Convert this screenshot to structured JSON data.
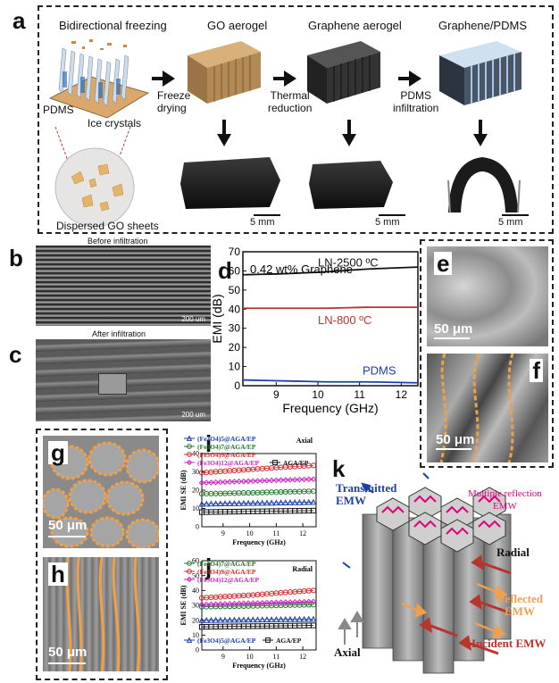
{
  "panel_a": {
    "label": "a",
    "titles": [
      "Bidirectional freezing",
      "GO aerogel",
      "Graphene aerogel",
      "Graphene/PDMS"
    ],
    "steps": [
      "Freeze\ndrying",
      "Thermal\nreduction",
      "PDMS\ninfiltration"
    ],
    "pdms_label": "PDMS",
    "ice_label": "Ice crystals",
    "sheets_label": "Dispersed GO sheets",
    "scale": "5 mm"
  },
  "panel_b": {
    "label": "b",
    "caption": "Before infiltration",
    "scale": "200 um"
  },
  "panel_c": {
    "label": "c",
    "caption": "After infiltration",
    "scale": "200 um"
  },
  "panel_e": {
    "label": "e",
    "scale": "50 μm"
  },
  "panel_f": {
    "label": "f",
    "scale": "50 μm"
  },
  "panel_g": {
    "label": "g",
    "scale": "50 μm"
  },
  "panel_h": {
    "label": "h",
    "scale": "50 μm"
  },
  "panel_k": {
    "label": "k",
    "transmitted": "Transmitted\nEMW",
    "multiple": "Multiple reflection\nEMW",
    "radial": "Radial",
    "reflected": "Reflected\nEMW",
    "incident": "Incident EMW",
    "axial": "Axial"
  },
  "colors": {
    "orange": "#f0a04b",
    "red": "#b8342c",
    "blue": "#1a3fa8",
    "pink": "#e0007a"
  },
  "chart_data": [
    {
      "panel": "d",
      "type": "line",
      "annotation": "0.42 wt% Graphene",
      "xlabel": "Frequency (GHz)",
      "ylabel": "EMI (dB)",
      "xlim": [
        8.2,
        12.4
      ],
      "ylim": [
        0,
        70
      ],
      "xticks": [
        8,
        9,
        10,
        11,
        12
      ],
      "yticks": [
        0,
        10,
        20,
        30,
        40,
        50,
        60,
        70
      ],
      "x": [
        8.2,
        9.2,
        10.2,
        11.2,
        12.4
      ],
      "series": [
        {
          "name": "LN-2500 ºC",
          "color": "#111111",
          "values": [
            58,
            58.5,
            59.5,
            61,
            62
          ]
        },
        {
          "name": "LN-800 ºC",
          "color": "#b8342c",
          "values": [
            40.5,
            40.5,
            40.5,
            41,
            41
          ]
        },
        {
          "name": "PDMS",
          "color": "#1a3fa8",
          "values": [
            3,
            2.5,
            2,
            2,
            1.5
          ]
        }
      ]
    },
    {
      "panel": "i",
      "type": "line",
      "direction": "Axial",
      "xlabel": "Frequency (GHz)",
      "ylabel": "EMI SE (dB)",
      "xlim": [
        8.2,
        12.5
      ],
      "ylim": [
        0,
        40
      ],
      "xticks": [
        8,
        9,
        10,
        11,
        12
      ],
      "yticks": [
        0,
        10,
        20,
        30,
        40
      ],
      "x": [
        8.2,
        9.2,
        10.2,
        11.2,
        12.4
      ],
      "series": [
        {
          "name": "(Fe3O4)5@AGA/EP",
          "color": "#1a3fa8",
          "marker": "triangle",
          "values": [
            12.5,
            12.8,
            13,
            13.2,
            13.5
          ]
        },
        {
          "name": "(Fe3O4)7@AGA/EP",
          "color": "#1f7a2c",
          "marker": "circle",
          "values": [
            18,
            18.3,
            18.6,
            19,
            19.4
          ]
        },
        {
          "name": "(Fe3O4)9@AGA/EP",
          "color": "#d22a2a",
          "marker": "circle",
          "values": [
            29.5,
            30.5,
            31.5,
            32.5,
            33.5
          ]
        },
        {
          "name": "(Fe3O4)12@AGA/EP",
          "color": "#d020c8",
          "marker": "diamond",
          "values": [
            24,
            24.5,
            25,
            25.5,
            26
          ]
        },
        {
          "name": "AGA/EP",
          "color": "#111111",
          "marker": "square",
          "values": [
            8,
            8.2,
            8.4,
            8.6,
            8.8
          ]
        }
      ]
    },
    {
      "panel": "j",
      "type": "line",
      "direction": "Radial",
      "xlabel": "Frequency (GHz)",
      "ylabel": "EMI SE (dB)",
      "xlim": [
        8.2,
        12.5
      ],
      "ylim": [
        0,
        60
      ],
      "xticks": [
        8,
        9,
        10,
        11,
        12
      ],
      "yticks": [
        0,
        10,
        20,
        30,
        40,
        50,
        60
      ],
      "x": [
        8.2,
        9.2,
        10.2,
        11.2,
        12.4
      ],
      "series": [
        {
          "name": "(Fe3O4)7@AGA/EP",
          "color": "#1f7a2c",
          "marker": "circle",
          "values": [
            29,
            29.3,
            29.6,
            30,
            30.4
          ]
        },
        {
          "name": "(Fe3O4)9@AGA/EP",
          "color": "#d22a2a",
          "marker": "circle",
          "values": [
            35,
            36,
            37,
            38.5,
            40
          ]
        },
        {
          "name": "(Fe3O4)12@AGA/EP",
          "color": "#d020c8",
          "marker": "diamond",
          "values": [
            30.5,
            31,
            31.5,
            32,
            32.5
          ]
        },
        {
          "name": "(Fe3O4)5@AGA/EP",
          "color": "#1a3fa8",
          "marker": "triangle",
          "values": [
            20,
            20.2,
            20.4,
            20.6,
            20.8
          ]
        },
        {
          "name": "AGA/EP",
          "color": "#111111",
          "marker": "square",
          "values": [
            15.5,
            15.8,
            16,
            16.2,
            16.5
          ]
        }
      ]
    }
  ]
}
